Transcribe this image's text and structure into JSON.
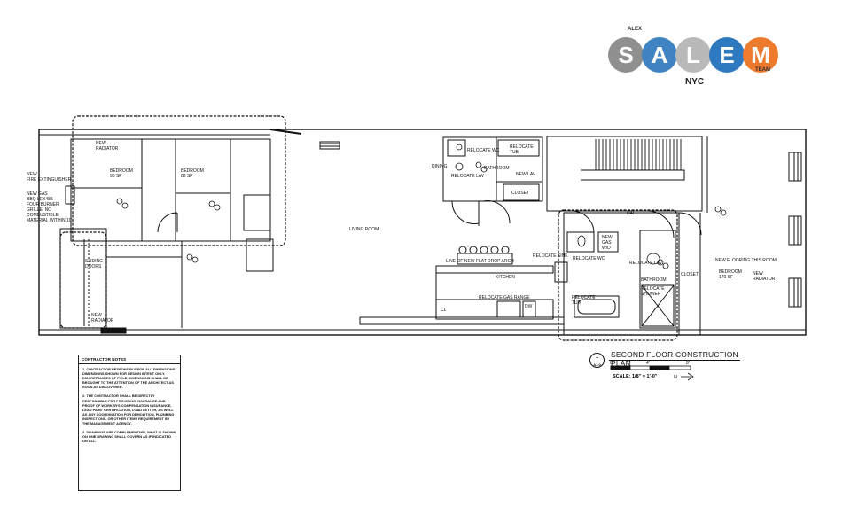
{
  "logo": {
    "top_text": "ALEX",
    "letters": [
      "S",
      "A",
      "L",
      "E",
      "M"
    ],
    "letter_colors": [
      "#8f8f8f",
      "#3f83c3",
      "#b9b9b9",
      "#2f79c0",
      "#ee7a2e"
    ],
    "sub_text": "TEAM",
    "city": "NYC"
  },
  "rooms": {
    "new_radiator_top": "NEW\nRADIATOR",
    "bedroom_1": "BEDROOM\n90 SF",
    "bedroom_2": "BEDROOM\n88 SF",
    "living_room": "LIVING ROOM",
    "new_fire_ext": "NEW\nFIRE EXTINGUISHER",
    "new_gas_bbq": "NEW GAS\nBBQ LEX485\nFOUR BURNER\nGRILLE. NO\nCOMBUSTIBLE\nMATERIAL WITHIN 10'",
    "sliding_doors": "SLIDING\nDOORS",
    "new_radiator_bottom": "NEW\nRADIATOR",
    "relocate_wc_top": "RELOCATE WC",
    "relocate_tub_top": "RELOCATE\nTUB",
    "dining": "DINING",
    "relocate_lav_top": "RELOCATE LAV",
    "bathroom_top": "BATHROOM",
    "new_lav": "NEW LAV",
    "closet_top": "CLOSET",
    "hall": "HALL",
    "line_flat_drop": "LINE OF NEW FLAT DROP ARCH",
    "kitchen": "KITCHEN",
    "relocate_sink": "RELOCATE SINK",
    "relocate_gas_range": "RELOCATE GAS RANGE",
    "cl": "CL",
    "dw": "DW",
    "relocate_wc_bottom": "RELOCATE WC",
    "new_gas_wd": "NEW\nGAS\nW/D",
    "relocate_lav_bottom": "RELOCATE LAV",
    "relocate_tub_bottom": "RELOCATE\nTUB",
    "bathroom_bottom": "BATHROOM",
    "relocate_shower": "RELOCATE\nSHOWER",
    "closet_right": "CLOSET",
    "new_flooring": "NEW FLOORING THIS ROOM",
    "bedroom_3": "BEDROOM\n170 SF",
    "new_radiator_right": "NEW\nRADIATOR"
  },
  "notes": {
    "heading": "CONTRACTOR NOTES",
    "items": [
      "1. CONTRACTOR RESPONSIBLE FOR ALL DIMENSIONS. DIMENSIONS SHOWN FOR DESIGN INTENT ONLY. DISCREPANCIES OF FIELD DIMENSIONS SHALL BE BROUGHT TO THE ATTENTION OF THE ARCHITECT AS SOON AS DISCOVERED.",
      "2. THE CONTRACTOR SHALL BE DIRECTLY RESPONSIBLE FOR PROVIDING INSURANCE AND PROOF OF WORKER'S COMPENSATION INSURANCE, LEAD PAINT CERTIFICATION, LOAD LETTER, AS WELL AS ANY COORDINATION FOR DEMOLITION, PLUMBING INSPECTIONS, OR OTHER ITEMS REQUIREMENT BY THE MANAGEMENT AGENCY.",
      "3. DRAWINGS ARE COMPLEMENTARY, WHAT IS SHOWN ON ONE DRAWING SHALL GOVERN AS IF INDICATED ON ALL."
    ]
  },
  "title_block": {
    "number": "1",
    "sheet": "A1.0",
    "title": "SECOND FLOOR CONSTRUCTION PLAN",
    "scale": "SCALE:  1/8\" = 1'-0\"",
    "scale_ticks": [
      "0",
      "2'",
      "4'",
      "8'"
    ],
    "north": "N"
  }
}
